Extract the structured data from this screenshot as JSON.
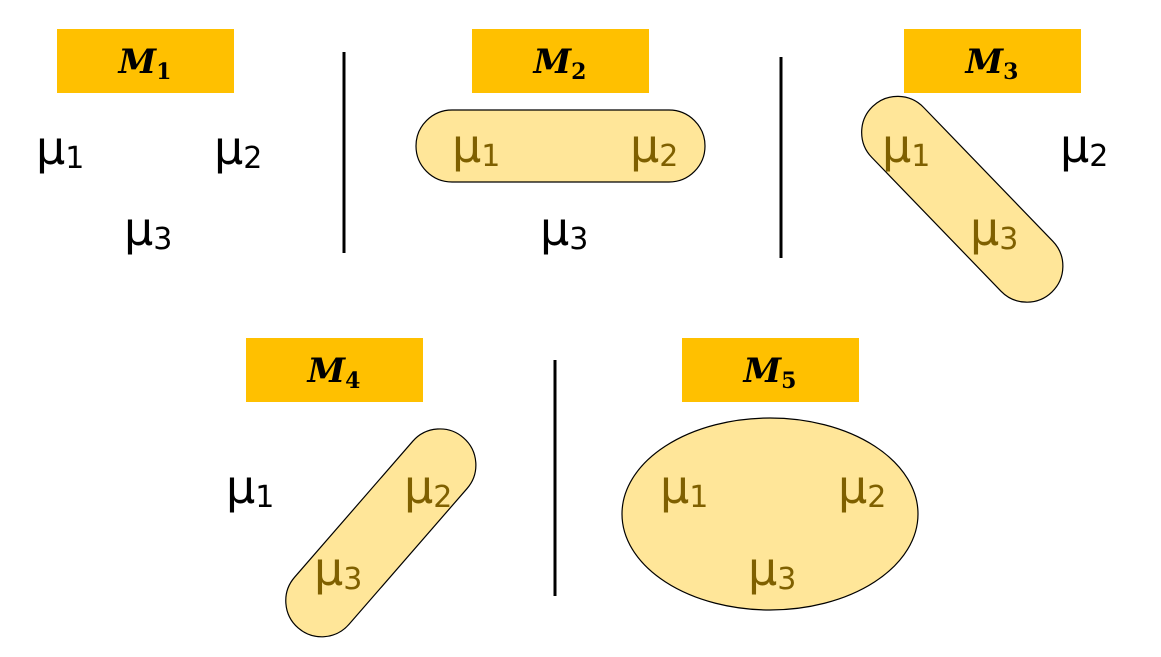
{
  "colors": {
    "label_fill": "#FFC000",
    "group_fill": "#FFE699",
    "grouped_text": "#7F6000",
    "text": "#000000"
  },
  "symbol": "μ",
  "panels": [
    {
      "name": "M",
      "index": "1",
      "groups": [],
      "items": [
        {
          "symbol": "μ",
          "index": "1",
          "grouped": false
        },
        {
          "symbol": "μ",
          "index": "2",
          "grouped": false
        },
        {
          "symbol": "μ",
          "index": "3",
          "grouped": false
        }
      ]
    },
    {
      "name": "M",
      "index": "2",
      "groups": [
        [
          "1",
          "2"
        ]
      ],
      "items": [
        {
          "symbol": "μ",
          "index": "1",
          "grouped": true
        },
        {
          "symbol": "μ",
          "index": "2",
          "grouped": true
        },
        {
          "symbol": "μ",
          "index": "3",
          "grouped": false
        }
      ]
    },
    {
      "name": "M",
      "index": "3",
      "groups": [
        [
          "1",
          "3"
        ]
      ],
      "items": [
        {
          "symbol": "μ",
          "index": "1",
          "grouped": true
        },
        {
          "symbol": "μ",
          "index": "2",
          "grouped": false
        },
        {
          "symbol": "μ",
          "index": "3",
          "grouped": true
        }
      ]
    },
    {
      "name": "M",
      "index": "4",
      "groups": [
        [
          "2",
          "3"
        ]
      ],
      "items": [
        {
          "symbol": "μ",
          "index": "1",
          "grouped": false
        },
        {
          "symbol": "μ",
          "index": "2",
          "grouped": true
        },
        {
          "symbol": "μ",
          "index": "3",
          "grouped": true
        }
      ]
    },
    {
      "name": "M",
      "index": "5",
      "groups": [
        [
          "1",
          "2",
          "3"
        ]
      ],
      "items": [
        {
          "symbol": "μ",
          "index": "1",
          "grouped": true
        },
        {
          "symbol": "μ",
          "index": "2",
          "grouped": true
        },
        {
          "symbol": "μ",
          "index": "3",
          "grouped": true
        }
      ]
    }
  ]
}
